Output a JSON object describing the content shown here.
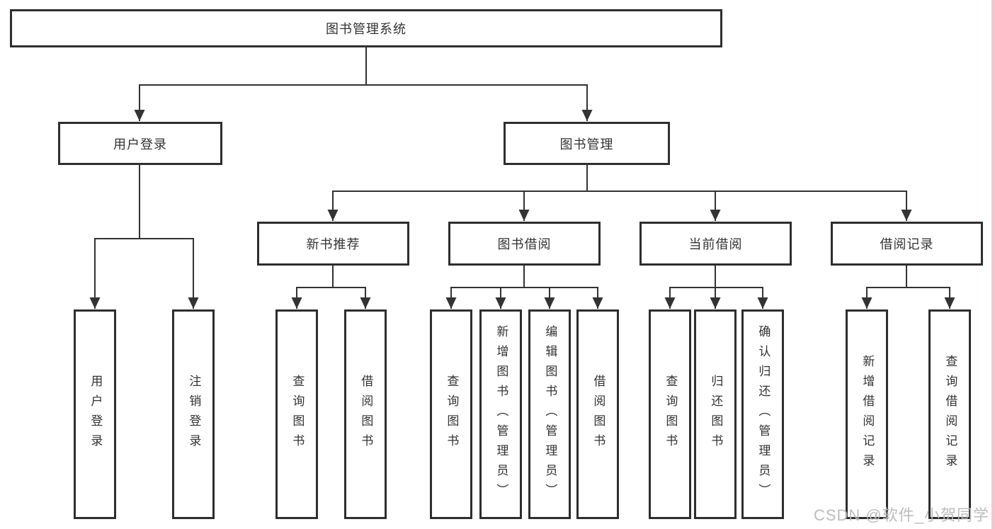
{
  "root": {
    "label": "图书管理系统"
  },
  "user_login": {
    "label": "用户登录",
    "children": [
      {
        "label": "用户登录"
      },
      {
        "label": "注销登录"
      }
    ]
  },
  "book_mgmt": {
    "label": "图书管理",
    "children": [
      {
        "label": "新书推荐",
        "children": [
          {
            "label": "查询图书"
          },
          {
            "label": "借阅图书"
          }
        ]
      },
      {
        "label": "图书借阅",
        "children": [
          {
            "label": "查询图书"
          },
          {
            "label": "新增图书（管理员）"
          },
          {
            "label": "编辑图书（管理员）"
          },
          {
            "label": "借阅图书"
          }
        ]
      },
      {
        "label": "当前借阅",
        "children": [
          {
            "label": "查询图书"
          },
          {
            "label": "归还图书"
          },
          {
            "label": "确认归还（管理员）"
          }
        ]
      },
      {
        "label": "借阅记录",
        "children": [
          {
            "label": "新增借阅记录"
          },
          {
            "label": "查询借阅记录"
          }
        ]
      }
    ]
  },
  "watermark": {
    "text": "CSDN @软件_小贺同学"
  },
  "colors": {
    "line": "#333333",
    "box_border": "#2e2e2e",
    "text": "#333333",
    "watermark": "#b9b9b9",
    "right_edge_strip": "#f6c3cf",
    "background": "#ffffff"
  }
}
